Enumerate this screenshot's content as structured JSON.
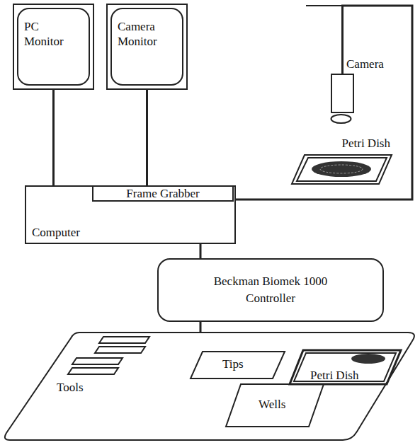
{
  "diagram": {
    "nodes": [
      {
        "text": [
          "PC Monitor"
        ]
      },
      {
        "text": [
          "Camera Monitor"
        ]
      },
      {
        "text": [
          "Camera"
        ]
      },
      {
        "text": [
          "Petri Dish"
        ]
      },
      {
        "text": [
          "Computer"
        ]
      },
      {
        "text": [
          "Frame Grabber"
        ],
        "in": 4
      },
      {
        "text": [
          "Beckman Biomek 1000 Controller"
        ]
      },
      {
        "text": [
          "Tools"
        ]
      },
      {
        "text": [
          "Tips"
        ]
      },
      {
        "text": [
          "Petri Dish"
        ]
      },
      {
        "text": [
          "Wells"
        ]
      }
    ],
    "edges": [
      {
        "from": 0,
        "to": 4,
        "arrow": "none"
      },
      {
        "from": 1,
        "to": 5,
        "arrow": "none"
      },
      {
        "from": 2,
        "to": 5,
        "arrow": "none"
      },
      {
        "from": 4,
        "to": 6,
        "arrow": "none"
      }
    ]
  }
}
